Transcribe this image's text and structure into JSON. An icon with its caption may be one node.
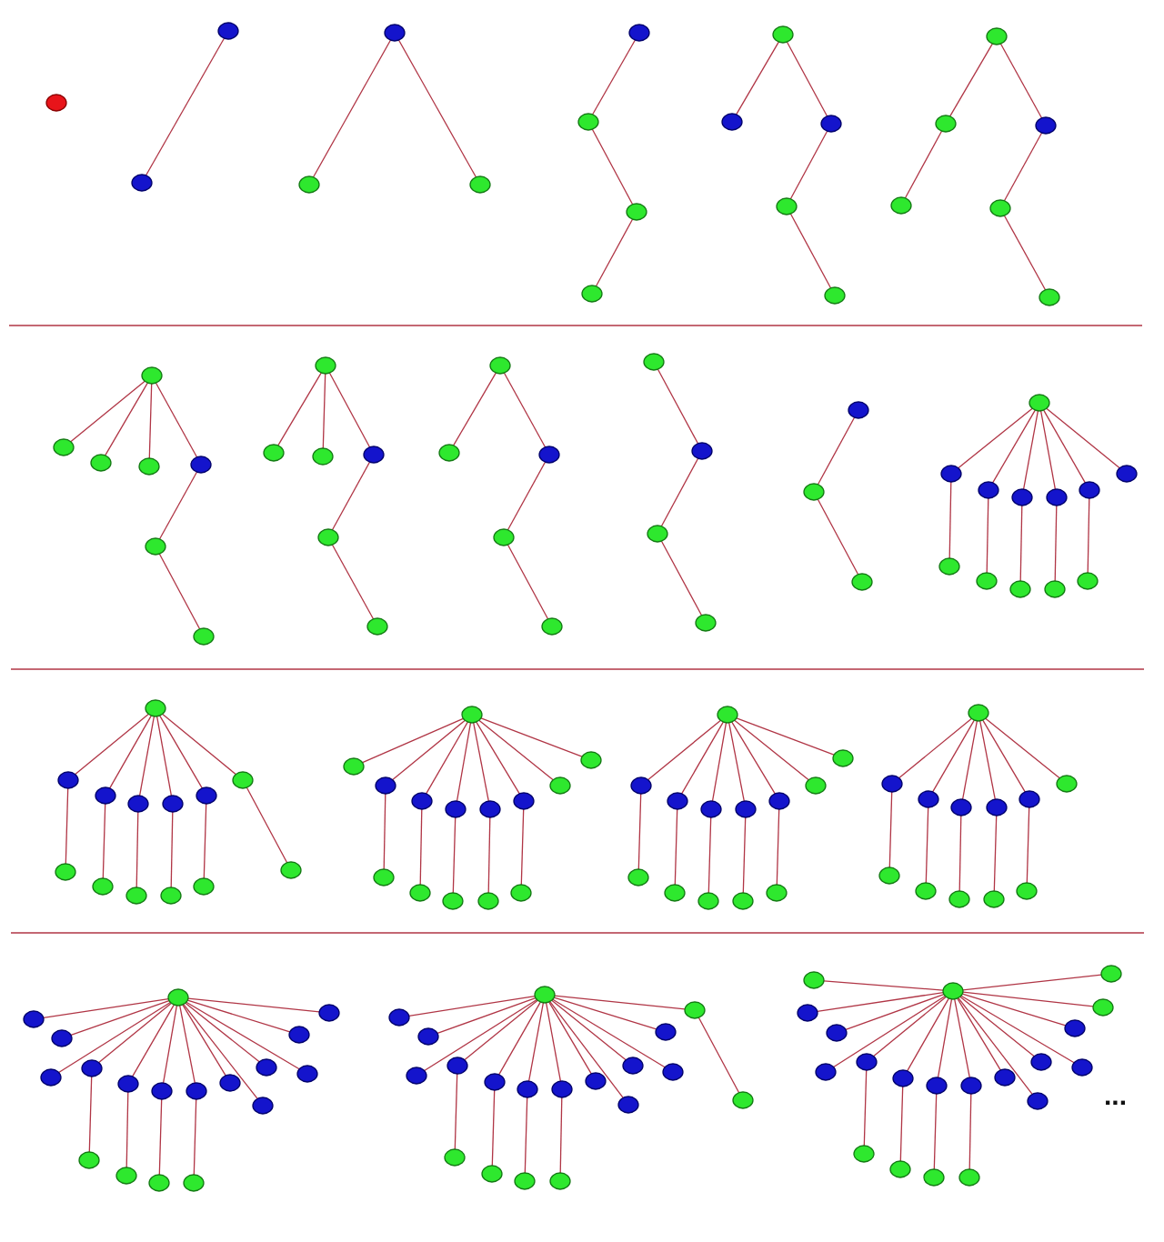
{
  "diagram": {
    "nodes": [
      {
        "text": [],
        "shape": "circle"
      },
      {
        "text": [],
        "shape": "circle"
      },
      {
        "text": [],
        "shape": "circle"
      },
      {
        "text": [],
        "shape": "circle"
      },
      {
        "text": [],
        "shape": "circle"
      },
      {
        "text": [],
        "shape": "circle"
      },
      {
        "text": [],
        "shape": "circle"
      },
      {
        "text": [],
        "shape": "circle"
      },
      {
        "text": [],
        "shape": "circle"
      },
      {
        "text": [],
        "shape": "circle"
      },
      {
        "text": [],
        "shape": "circle"
      },
      {
        "text": [],
        "shape": "circle"
      },
      {
        "text": [],
        "shape": "circle"
      },
      {
        "text": [],
        "shape": "circle"
      },
      {
        "text": [],
        "shape": "circle"
      },
      {
        "text": [],
        "shape": "circle"
      },
      {
        "text": [],
        "shape": "circle"
      },
      {
        "text": [],
        "shape": "circle"
      },
      {
        "text": [],
        "shape": "circle"
      },
      {
        "text": [],
        "shape": "circle"
      },
      {
        "text": [],
        "shape": "circle"
      },
      {
        "text": [],
        "shape": "circle"
      },
      {
        "text": [],
        "shape": "circle"
      },
      {
        "text": [],
        "shape": "circle"
      },
      {
        "text": [],
        "shape": "circle"
      },
      {
        "text": [],
        "shape": "circle"
      },
      {
        "text": [],
        "shape": "circle"
      },
      {
        "text": [],
        "shape": "circle"
      },
      {
        "text": [],
        "shape": "circle"
      },
      {
        "text": [],
        "shape": "circle"
      },
      {
        "text": [],
        "shape": "circle"
      },
      {
        "text": [],
        "shape": "circle"
      },
      {
        "text": [],
        "shape": "circle"
      },
      {
        "text": [],
        "shape": "circle"
      },
      {
        "text": [],
        "shape": "circle"
      },
      {
        "text": [],
        "shape": "circle"
      },
      {
        "text": [],
        "shape": "circle"
      },
      {
        "text": [],
        "shape": "circle"
      },
      {
        "text": [],
        "shape": "circle"
      },
      {
        "text": [],
        "shape": "circle"
      },
      {
        "text": [],
        "shape": "circle"
      },
      {
        "text": [],
        "shape": "circle"
      },
      {
        "text": [],
        "shape": "circle"
      },
      {
        "text": [],
        "shape": "circle"
      },
      {
        "text": [],
        "shape": "circle"
      },
      {
        "text": [],
        "shape": "circle"
      },
      {
        "text": [],
        "shape": "circle"
      },
      {
        "text": [],
        "shape": "circle"
      },
      {
        "text": [],
        "shape": "circle"
      },
      {
        "text": [],
        "shape": "circle"
      },
      {
        "text": [],
        "shape": "circle"
      },
      {
        "text": [],
        "shape": "circle"
      },
      {
        "text": [],
        "shape": "circle"
      },
      {
        "text": [],
        "shape": "circle"
      },
      {
        "text": [],
        "shape": "circle"
      },
      {
        "text": [],
        "shape": "circle"
      },
      {
        "text": [],
        "shape": "circle"
      },
      {
        "text": [],
        "shape": "circle"
      },
      {
        "text": [],
        "shape": "circle"
      },
      {
        "text": [],
        "shape": "circle"
      },
      {
        "text": [],
        "shape": "circle"
      },
      {
        "text": [],
        "shape": "circle"
      },
      {
        "text": [],
        "shape": "circle"
      },
      {
        "text": [],
        "shape": "circle"
      },
      {
        "text": [],
        "shape": "circle"
      },
      {
        "text": [],
        "shape": "circle"
      },
      {
        "text": [],
        "shape": "circle"
      },
      {
        "text": [],
        "shape": "circle"
      },
      {
        "text": [],
        "shape": "circle"
      },
      {
        "text": [],
        "shape": "circle"
      },
      {
        "text": [],
        "shape": "circle"
      },
      {
        "text": [],
        "shape": "circle"
      },
      {
        "text": [],
        "shape": "circle"
      },
      {
        "text": [],
        "shape": "circle"
      },
      {
        "text": [],
        "shape": "circle"
      },
      {
        "text": [],
        "shape": "circle"
      },
      {
        "text": [],
        "shape": "circle"
      },
      {
        "text": [],
        "shape": "circle"
      },
      {
        "text": [],
        "shape": "circle"
      },
      {
        "text": [],
        "shape": "circle"
      },
      {
        "text": [],
        "shape": "circle"
      },
      {
        "text": [],
        "shape": "circle"
      },
      {
        "text": [],
        "shape": "circle"
      },
      {
        "text": [],
        "shape": "circle"
      },
      {
        "text": [],
        "shape": "circle"
      },
      {
        "text": [],
        "shape": "circle"
      },
      {
        "text": [],
        "shape": "circle"
      },
      {
        "text": [],
        "shape": "circle"
      },
      {
        "text": [],
        "shape": "circle"
      },
      {
        "text": [],
        "shape": "circle"
      },
      {
        "text": [],
        "shape": "circle"
      },
      {
        "text": [],
        "shape": "circle"
      },
      {
        "text": [],
        "shape": "circle"
      },
      {
        "text": [],
        "shape": "circle"
      },
      {
        "text": [],
        "shape": "circle"
      },
      {
        "text": [],
        "shape": "circle"
      },
      {
        "text": [],
        "shape": "circle"
      },
      {
        "text": [],
        "shape": "circle"
      },
      {
        "text": [],
        "shape": "circle"
      },
      {
        "text": [],
        "shape": "circle"
      },
      {
        "text": [],
        "shape": "circle"
      },
      {
        "text": [],
        "shape": "circle"
      },
      {
        "text": [],
        "shape": "circle"
      },
      {
        "text": [],
        "shape": "circle"
      },
      {
        "text": [],
        "shape": "circle"
      },
      {
        "text": [],
        "shape": "circle"
      },
      {
        "text": [],
        "shape": "circle"
      },
      {
        "text": [],
        "shape": "circle"
      },
      {
        "text": [],
        "shape": "circle"
      },
      {
        "text": [],
        "shape": "circle"
      },
      {
        "text": [],
        "shape": "circle"
      },
      {
        "text": [],
        "shape": "circle"
      },
      {
        "text": [],
        "shape": "circle"
      },
      {
        "text": [],
        "shape": "circle"
      },
      {
        "text": [],
        "shape": "circle"
      },
      {
        "text": [],
        "shape": "circle"
      },
      {
        "text": [],
        "shape": "circle"
      },
      {
        "text": [],
        "shape": "circle"
      },
      {
        "text": [],
        "shape": "circle"
      },
      {
        "text": [],
        "shape": "circle"
      },
      {
        "text": [],
        "shape": "circle"
      },
      {
        "text": [],
        "shape": "circle"
      },
      {
        "text": [],
        "shape": "circle"
      },
      {
        "text": [],
        "shape": "circle"
      },
      {
        "text": [],
        "shape": "circle"
      },
      {
        "text": [],
        "shape": "circle"
      },
      {
        "text": [],
        "shape": "circle"
      },
      {
        "text": [],
        "shape": "circle"
      },
      {
        "text": [],
        "shape": "circle"
      },
      {
        "text": [],
        "shape": "circle"
      },
      {
        "text": [],
        "shape": "circle"
      },
      {
        "text": [],
        "shape": "circle"
      },
      {
        "text": [],
        "shape": "circle"
      },
      {
        "text": [],
        "shape": "circle"
      },
      {
        "text": [],
        "shape": "circle"
      },
      {
        "text": [],
        "shape": "circle"
      },
      {
        "text": [],
        "shape": "circle"
      },
      {
        "text": [],
        "shape": "circle"
      },
      {
        "text": [],
        "shape": "circle"
      },
      {
        "text": [],
        "shape": "circle"
      },
      {
        "text": [],
        "shape": "circle"
      },
      {
        "text": [],
        "shape": "circle"
      },
      {
        "text": [],
        "shape": "circle"
      },
      {
        "text": [],
        "shape": "circle"
      },
      {
        "text": [],
        "shape": "circle"
      },
      {
        "text": [],
        "shape": "circle"
      },
      {
        "text": [],
        "shape": "circle"
      },
      {
        "text": [],
        "shape": "circle"
      },
      {
        "text": [],
        "shape": "circle"
      },
      {
        "text": [],
        "shape": "circle"
      },
      {
        "text": [],
        "shape": "circle"
      },
      {
        "text": [],
        "shape": "circle"
      },
      {
        "text": [],
        "shape": "circle"
      },
      {
        "text": [],
        "shape": "circle"
      },
      {
        "text": [],
        "shape": "circle"
      },
      {
        "text": [],
        "shape": "circle"
      },
      {
        "text": [],
        "shape": "circle"
      },
      {
        "text": [],
        "shape": "circle"
      },
      {
        "text": [],
        "shape": "circle"
      },
      {
        "text": [],
        "shape": "circle"
      },
      {
        "text": [],
        "shape": "circle"
      },
      {
        "text": [],
        "shape": "circle"
      },
      {
        "text": [],
        "shape": "circle"
      },
      {
        "text": [],
        "shape": "circle"
      },
      {
        "text": [],
        "shape": "circle"
      },
      {
        "text": [],
        "shape": "circle"
      },
      {
        "text": [],
        "shape": "circle"
      }
    ],
    "edges": [
      {
        "from": 1,
        "to": 2,
        "arrow": "none"
      },
      {
        "from": 3,
        "to": 4,
        "arrow": "none"
      },
      {
        "from": 3,
        "to": 5,
        "arrow": "none"
      },
      {
        "from": 6,
        "to": 7,
        "arrow": "none"
      },
      {
        "from": 7,
        "to": 8,
        "arrow": "none"
      },
      {
        "from": 8,
        "to": 9,
        "arrow": "none"
      },
      {
        "from": 10,
        "to": 11,
        "arrow": "none"
      },
      {
        "from": 10,
        "to": 12,
        "arrow": "none"
      },
      {
        "from": 12,
        "to": 13,
        "arrow": "none"
      },
      {
        "from": 13,
        "to": 14,
        "arrow": "none"
      },
      {
        "from": 15,
        "to": 16,
        "arrow": "none"
      },
      {
        "from": 15,
        "to": 17,
        "arrow": "none"
      },
      {
        "from": 16,
        "to": 18,
        "arrow": "none"
      },
      {
        "from": 17,
        "to": 19,
        "arrow": "none"
      },
      {
        "from": 19,
        "to": 20,
        "arrow": "none"
      },
      {
        "from": 21,
        "to": 22,
        "arrow": "none"
      },
      {
        "from": 21,
        "to": 23,
        "arrow": "none"
      },
      {
        "from": 21,
        "to": 24,
        "arrow": "none"
      },
      {
        "from": 21,
        "to": 25,
        "arrow": "none"
      },
      {
        "from": 25,
        "to": 26,
        "arrow": "none"
      },
      {
        "from": 26,
        "to": 27,
        "arrow": "none"
      },
      {
        "from": 28,
        "to": 29,
        "arrow": "none"
      },
      {
        "from": 28,
        "to": 30,
        "arrow": "none"
      },
      {
        "from": 28,
        "to": 31,
        "arrow": "none"
      },
      {
        "from": 31,
        "to": 32,
        "arrow": "none"
      },
      {
        "from": 32,
        "to": 33,
        "arrow": "none"
      },
      {
        "from": 34,
        "to": 35,
        "arrow": "none"
      },
      {
        "from": 34,
        "to": 36,
        "arrow": "none"
      },
      {
        "from": 36,
        "to": 37,
        "arrow": "none"
      },
      {
        "from": 37,
        "to": 38,
        "arrow": "none"
      },
      {
        "from": 39,
        "to": 40,
        "arrow": "none"
      },
      {
        "from": 40,
        "to": 41,
        "arrow": "none"
      },
      {
        "from": 41,
        "to": 42,
        "arrow": "none"
      },
      {
        "from": 43,
        "to": 44,
        "arrow": "none"
      },
      {
        "from": 44,
        "to": 45,
        "arrow": "none"
      },
      {
        "from": 46,
        "to": 47,
        "arrow": "none"
      },
      {
        "from": 46,
        "to": 48,
        "arrow": "none"
      },
      {
        "from": 46,
        "to": 49,
        "arrow": "none"
      },
      {
        "from": 46,
        "to": 50,
        "arrow": "none"
      },
      {
        "from": 46,
        "to": 51,
        "arrow": "none"
      },
      {
        "from": 46,
        "to": 52,
        "arrow": "none"
      },
      {
        "from": 47,
        "to": 53,
        "arrow": "none"
      },
      {
        "from": 48,
        "to": 54,
        "arrow": "none"
      },
      {
        "from": 49,
        "to": 55,
        "arrow": "none"
      },
      {
        "from": 50,
        "to": 56,
        "arrow": "none"
      },
      {
        "from": 51,
        "to": 57,
        "arrow": "none"
      },
      {
        "from": 58,
        "to": 59,
        "arrow": "none"
      },
      {
        "from": 58,
        "to": 60,
        "arrow": "none"
      },
      {
        "from": 58,
        "to": 61,
        "arrow": "none"
      },
      {
        "from": 58,
        "to": 62,
        "arrow": "none"
      },
      {
        "from": 58,
        "to": 63,
        "arrow": "none"
      },
      {
        "from": 58,
        "to": 64,
        "arrow": "none"
      },
      {
        "from": 59,
        "to": 65,
        "arrow": "none"
      },
      {
        "from": 60,
        "to": 66,
        "arrow": "none"
      },
      {
        "from": 61,
        "to": 67,
        "arrow": "none"
      },
      {
        "from": 62,
        "to": 68,
        "arrow": "none"
      },
      {
        "from": 63,
        "to": 69,
        "arrow": "none"
      },
      {
        "from": 64,
        "to": 70,
        "arrow": "none"
      },
      {
        "from": 71,
        "to": 72,
        "arrow": "none"
      },
      {
        "from": 71,
        "to": 73,
        "arrow": "none"
      },
      {
        "from": 71,
        "to": 74,
        "arrow": "none"
      },
      {
        "from": 71,
        "to": 75,
        "arrow": "none"
      },
      {
        "from": 71,
        "to": 76,
        "arrow": "none"
      },
      {
        "from": 71,
        "to": 77,
        "arrow": "none"
      },
      {
        "from": 71,
        "to": 78,
        "arrow": "none"
      },
      {
        "from": 71,
        "to": 79,
        "arrow": "none"
      },
      {
        "from": 73,
        "to": 80,
        "arrow": "none"
      },
      {
        "from": 74,
        "to": 81,
        "arrow": "none"
      },
      {
        "from": 75,
        "to": 82,
        "arrow": "none"
      },
      {
        "from": 76,
        "to": 83,
        "arrow": "none"
      },
      {
        "from": 77,
        "to": 84,
        "arrow": "none"
      },
      {
        "from": 85,
        "to": 86,
        "arrow": "none"
      },
      {
        "from": 85,
        "to": 87,
        "arrow": "none"
      },
      {
        "from": 85,
        "to": 88,
        "arrow": "none"
      },
      {
        "from": 85,
        "to": 89,
        "arrow": "none"
      },
      {
        "from": 85,
        "to": 90,
        "arrow": "none"
      },
      {
        "from": 85,
        "to": 91,
        "arrow": "none"
      },
      {
        "from": 85,
        "to": 92,
        "arrow": "none"
      },
      {
        "from": 86,
        "to": 93,
        "arrow": "none"
      },
      {
        "from": 87,
        "to": 94,
        "arrow": "none"
      },
      {
        "from": 88,
        "to": 95,
        "arrow": "none"
      },
      {
        "from": 89,
        "to": 96,
        "arrow": "none"
      },
      {
        "from": 90,
        "to": 97,
        "arrow": "none"
      },
      {
        "from": 98,
        "to": 99,
        "arrow": "none"
      },
      {
        "from": 98,
        "to": 100,
        "arrow": "none"
      },
      {
        "from": 98,
        "to": 101,
        "arrow": "none"
      },
      {
        "from": 98,
        "to": 102,
        "arrow": "none"
      },
      {
        "from": 98,
        "to": 103,
        "arrow": "none"
      },
      {
        "from": 98,
        "to": 104,
        "arrow": "none"
      },
      {
        "from": 99,
        "to": 105,
        "arrow": "none"
      },
      {
        "from": 100,
        "to": 106,
        "arrow": "none"
      },
      {
        "from": 101,
        "to": 107,
        "arrow": "none"
      },
      {
        "from": 102,
        "to": 108,
        "arrow": "none"
      },
      {
        "from": 103,
        "to": 109,
        "arrow": "none"
      },
      {
        "from": 110,
        "to": 111,
        "arrow": "none"
      },
      {
        "from": 110,
        "to": 112,
        "arrow": "none"
      },
      {
        "from": 110,
        "to": 113,
        "arrow": "none"
      },
      {
        "from": 110,
        "to": 114,
        "arrow": "none"
      },
      {
        "from": 110,
        "to": 115,
        "arrow": "none"
      },
      {
        "from": 110,
        "to": 116,
        "arrow": "none"
      },
      {
        "from": 110,
        "to": 117,
        "arrow": "none"
      },
      {
        "from": 110,
        "to": 118,
        "arrow": "none"
      },
      {
        "from": 110,
        "to": 119,
        "arrow": "none"
      },
      {
        "from": 110,
        "to": 120,
        "arrow": "none"
      },
      {
        "from": 110,
        "to": 121,
        "arrow": "none"
      },
      {
        "from": 110,
        "to": 122,
        "arrow": "none"
      },
      {
        "from": 110,
        "to": 123,
        "arrow": "none"
      },
      {
        "from": 114,
        "to": 124,
        "arrow": "none"
      },
      {
        "from": 115,
        "to": 125,
        "arrow": "none"
      },
      {
        "from": 116,
        "to": 126,
        "arrow": "none"
      },
      {
        "from": 117,
        "to": 127,
        "arrow": "none"
      },
      {
        "from": 128,
        "to": 129,
        "arrow": "none"
      },
      {
        "from": 128,
        "to": 130,
        "arrow": "none"
      },
      {
        "from": 128,
        "to": 131,
        "arrow": "none"
      },
      {
        "from": 128,
        "to": 132,
        "arrow": "none"
      },
      {
        "from": 128,
        "to": 133,
        "arrow": "none"
      },
      {
        "from": 128,
        "to": 134,
        "arrow": "none"
      },
      {
        "from": 128,
        "to": 135,
        "arrow": "none"
      },
      {
        "from": 128,
        "to": 136,
        "arrow": "none"
      },
      {
        "from": 128,
        "to": 137,
        "arrow": "none"
      },
      {
        "from": 128,
        "to": 138,
        "arrow": "none"
      },
      {
        "from": 128,
        "to": 139,
        "arrow": "none"
      },
      {
        "from": 128,
        "to": 140,
        "arrow": "none"
      },
      {
        "from": 128,
        "to": 141,
        "arrow": "none"
      },
      {
        "from": 132,
        "to": 142,
        "arrow": "none"
      },
      {
        "from": 133,
        "to": 143,
        "arrow": "none"
      },
      {
        "from": 134,
        "to": 144,
        "arrow": "none"
      },
      {
        "from": 135,
        "to": 145,
        "arrow": "none"
      },
      {
        "from": 141,
        "to": 146,
        "arrow": "none"
      },
      {
        "from": 147,
        "to": 148,
        "arrow": "none"
      },
      {
        "from": 147,
        "to": 149,
        "arrow": "none"
      },
      {
        "from": 147,
        "to": 150,
        "arrow": "none"
      },
      {
        "from": 147,
        "to": 151,
        "arrow": "none"
      },
      {
        "from": 147,
        "to": 152,
        "arrow": "none"
      },
      {
        "from": 147,
        "to": 153,
        "arrow": "none"
      },
      {
        "from": 147,
        "to": 154,
        "arrow": "none"
      },
      {
        "from": 147,
        "to": 155,
        "arrow": "none"
      },
      {
        "from": 147,
        "to": 156,
        "arrow": "none"
      },
      {
        "from": 147,
        "to": 157,
        "arrow": "none"
      },
      {
        "from": 147,
        "to": 158,
        "arrow": "none"
      },
      {
        "from": 147,
        "to": 159,
        "arrow": "none"
      },
      {
        "from": 147,
        "to": 160,
        "arrow": "none"
      },
      {
        "from": 147,
        "to": 161,
        "arrow": "none"
      },
      {
        "from": 147,
        "to": 162,
        "arrow": "none"
      },
      {
        "from": 152,
        "to": 163,
        "arrow": "none"
      },
      {
        "from": 153,
        "to": 164,
        "arrow": "none"
      },
      {
        "from": 154,
        "to": 165,
        "arrow": "none"
      },
      {
        "from": 155,
        "to": 166,
        "arrow": "none"
      }
    ],
    "labels": [
      "..."
    ]
  }
}
